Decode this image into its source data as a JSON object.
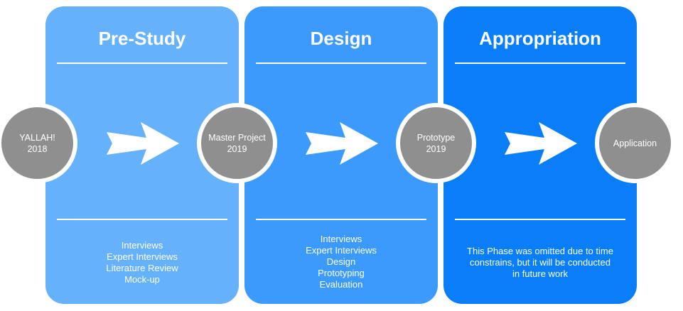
{
  "colors": {
    "phase_1": "#66b1fb",
    "phase_2": "#3b9afb",
    "phase_3": "#0a7ef9",
    "milestone": "#8f8f8f",
    "arrow": "#ffffff"
  },
  "phases": [
    {
      "title": "Pre-Study",
      "items": [
        "Interviews",
        "Expert Interviews",
        "Literature Review",
        "Mock-up"
      ]
    },
    {
      "title": "Design",
      "items": [
        "Interviews",
        "Expert Interviews",
        "Design",
        "Prototyping",
        "Evaluation"
      ]
    },
    {
      "title": "Appropriation",
      "items": [
        "This Phase was omitted due to time",
        "constrains, but it will be conducted",
        "in future work"
      ]
    }
  ],
  "milestones": [
    {
      "lines": [
        "YALLAH!",
        "2018"
      ]
    },
    {
      "lines": [
        "Master Project",
        "2019"
      ]
    },
    {
      "lines": [
        "Prototype",
        "2019"
      ]
    },
    {
      "lines": [
        "Application"
      ]
    }
  ],
  "arrows": [
    {
      "icon": "right-arrow-icon"
    },
    {
      "icon": "right-arrow-icon"
    },
    {
      "icon": "right-arrow-icon"
    }
  ]
}
